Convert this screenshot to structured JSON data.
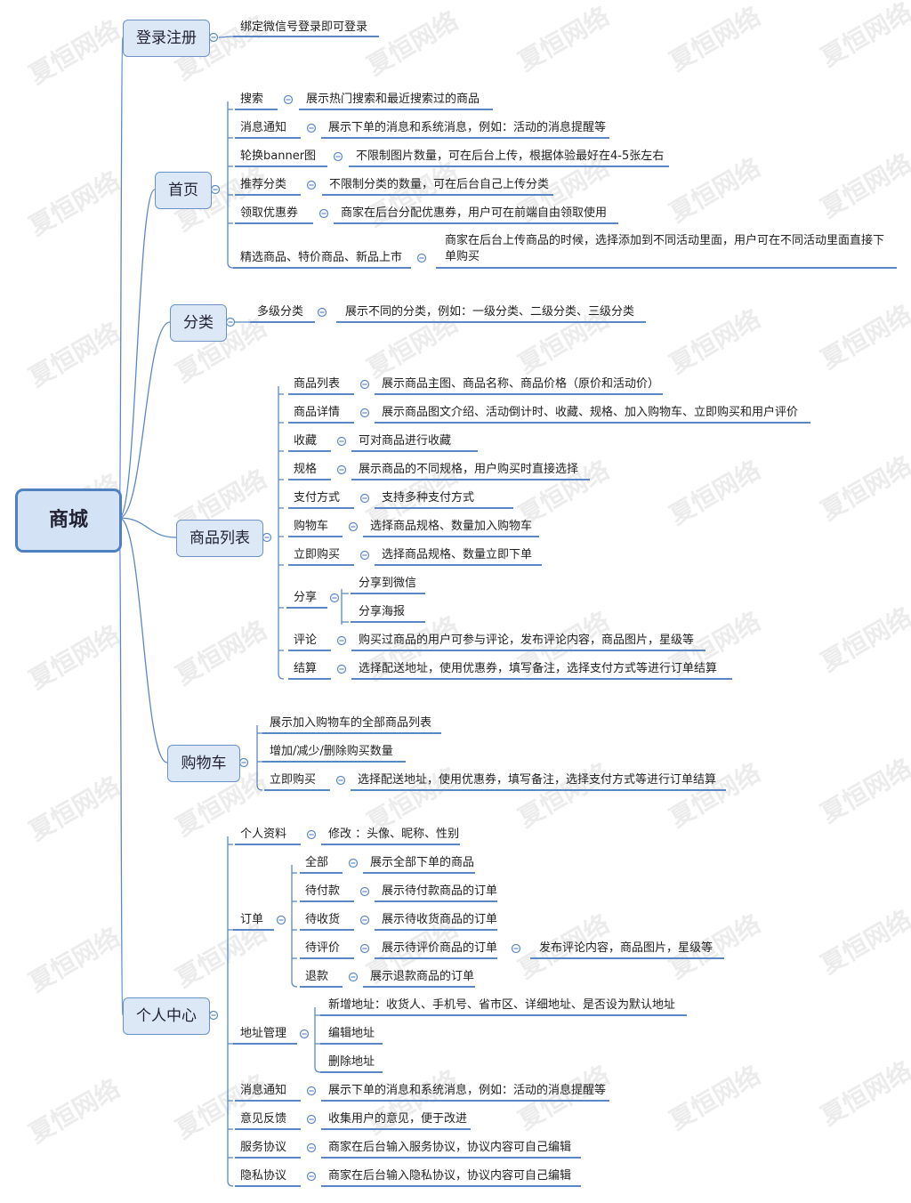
{
  "watermark": "夏恒网络",
  "colors": {
    "line": "#5b88c5",
    "box_border": "#6b93c8",
    "box_fill": "#dde8f6",
    "root_border": "#4f80c0",
    "root_fill": "#d3e2f4",
    "watermark": "#ececec"
  },
  "mindmap": {
    "root": "商城",
    "login": {
      "label": "登录注册",
      "items": [
        "绑定微信号登录即可登录"
      ]
    },
    "home": {
      "label": "首页",
      "items": [
        {
          "label": "搜索",
          "desc": "展示热门搜索和最近搜索过的商品"
        },
        {
          "label": "消息通知",
          "desc": "展示下单的消息和系统消息，例如：活动的消息提醒等"
        },
        {
          "label": "轮换banner图",
          "desc": "不限制图片数量，可在后台上传，根据体验最好在4-5张左右"
        },
        {
          "label": "推荐分类",
          "desc": "不限制分类的数量，可在后台自己上传分类"
        },
        {
          "label": "领取优惠券",
          "desc": "商家在后台分配优惠券，用户可在前端自由领取使用"
        },
        {
          "label": "精选商品、特价商品、新品上市",
          "desc": "商家在后台上传商品的时候，选择添加到不同活动里面，用户可在不同活动里面直接下单购买"
        }
      ]
    },
    "category": {
      "label": "分类",
      "items": [
        {
          "label": "多级分类",
          "desc": "展示不同的分类，例如：一级分类、二级分类、三级分类"
        }
      ]
    },
    "products": {
      "label": "商品列表",
      "items": [
        {
          "label": "商品列表",
          "desc": "展示商品主图、商品名称、商品价格（原价和活动价）"
        },
        {
          "label": "商品详情",
          "desc": "展示商品图文介绍、活动倒计时、收藏、规格、加入购物车、立即购买和用户评价"
        },
        {
          "label": "收藏",
          "desc": "可对商品进行收藏"
        },
        {
          "label": "规格",
          "desc": "展示商品的不同规格，用户购买时直接选择"
        },
        {
          "label": "支付方式",
          "desc": "支持多种支付方式"
        },
        {
          "label": "购物车",
          "desc": "选择商品规格、数量加入购物车"
        },
        {
          "label": "立即购买",
          "desc": "选择商品规格、数量立即下单"
        },
        {
          "label": "分享",
          "children": [
            "分享到微信",
            "分享海报"
          ]
        },
        {
          "label": "评论",
          "desc": "购买过商品的用户可参与评论，发布评论内容，商品图片，星级等"
        },
        {
          "label": "结算",
          "desc": "选择配送地址，使用优惠券，填写备注，选择支付方式等进行订单结算"
        }
      ]
    },
    "cart": {
      "label": "购物车",
      "items": [
        {
          "label": "展示加入购物车的全部商品列表"
        },
        {
          "label": "增加/减少/删除购买数量"
        },
        {
          "label": "立即购买",
          "desc": "选择配送地址，使用优惠券，填写备注，选择支付方式等进行订单结算"
        }
      ]
    },
    "profile": {
      "label": "个人中心",
      "items": [
        {
          "label": "个人资料",
          "desc": "修改 ：头像、昵称、性别"
        },
        {
          "label": "订单",
          "children": [
            {
              "label": "全部",
              "desc": "展示全部下单的商品"
            },
            {
              "label": "待付款",
              "desc": "展示待付款商品的订单"
            },
            {
              "label": "待收货",
              "desc": "展示待收货商品的订单"
            },
            {
              "label": "待评价",
              "desc": "展示待评价商品的订单",
              "extra": "发布评论内容，商品图片，星级等"
            },
            {
              "label": "退款",
              "desc": "展示退款商品的订单"
            }
          ]
        },
        {
          "label": "地址管理",
          "children": [
            "新增地址：收货人、手机号、省市区、详细地址、是否设为默认地址",
            "编辑地址",
            "删除地址"
          ]
        },
        {
          "label": "消息通知",
          "desc": "展示下单的消息和系统消息，例如：活动的消息提醒等"
        },
        {
          "label": "意见反馈",
          "desc": "收集用户的意见，便于改进"
        },
        {
          "label": "服务协议",
          "desc": "商家在后台输入服务协议，协议内容可自己编辑"
        },
        {
          "label": "隐私协议",
          "desc": "商家在后台输入隐私协议，协议内容可自己编辑"
        }
      ]
    }
  }
}
